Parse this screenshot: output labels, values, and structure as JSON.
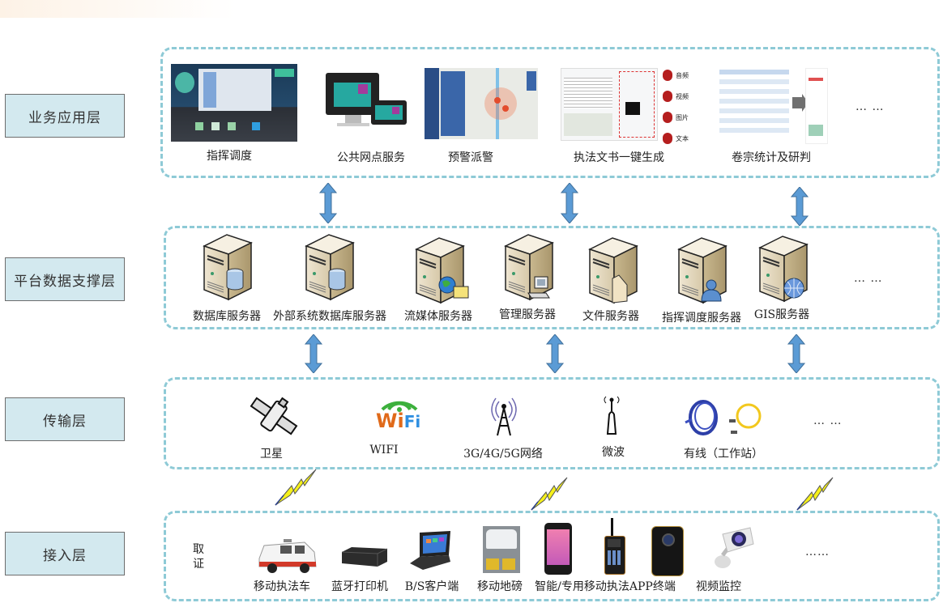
{
  "layers": [
    {
      "label": "业务应用层"
    },
    {
      "label": "平台数据支撑层"
    },
    {
      "label": "传输层"
    },
    {
      "label": "接入层"
    }
  ],
  "business": {
    "items": [
      {
        "label": "指挥调度",
        "icon": "command-center-screen-icon"
      },
      {
        "label": "公共网点服务",
        "icon": "kiosk-monitor-icon"
      },
      {
        "label": "预警派警",
        "icon": "alert-map-icon"
      },
      {
        "label": "执法文书一键生成",
        "icon": "document-generator-icon"
      },
      {
        "label": "卷宗统计及研判",
        "icon": "case-statistics-icon"
      }
    ],
    "doc_outputs": [
      "音频",
      "视频",
      "图片",
      "文本"
    ],
    "ellipsis": "… …"
  },
  "platform": {
    "items": [
      {
        "label": "数据库服务器",
        "badge": "database"
      },
      {
        "label": "外部系统数据库服务器",
        "badge": "database"
      },
      {
        "label": "流媒体服务器",
        "badge": "globe-media"
      },
      {
        "label": "管理服务器",
        "badge": "computer"
      },
      {
        "label": "文件服务器",
        "badge": "folder"
      },
      {
        "label": "指挥调度服务器",
        "badge": "user"
      },
      {
        "label": "GIS服务器",
        "badge": "globe"
      }
    ],
    "ellipsis": "… …"
  },
  "transport": {
    "items": [
      {
        "label": "卫星",
        "icon": "satellite-icon"
      },
      {
        "label": "WIFI",
        "icon": "wifi-icon"
      },
      {
        "label": "3G/4G/5G网络",
        "icon": "cell-tower-icon"
      },
      {
        "label": "微波",
        "icon": "microwave-antenna-icon"
      },
      {
        "label": "有线（工作站）",
        "icon": "network-cable-icon"
      }
    ],
    "wifi_text": {
      "wi": "Wi",
      "fi": "Fi"
    },
    "ellipsis": "… …"
  },
  "access": {
    "side_label": [
      "取",
      "证"
    ],
    "items": [
      {
        "label": "移动执法车",
        "icon": "enforcement-vehicle-icon"
      },
      {
        "label": "蓝牙打印机",
        "icon": "bluetooth-printer-icon"
      },
      {
        "label": "B/S客户端",
        "icon": "laptop-icon"
      },
      {
        "label": "移动地磅",
        "icon": "mobile-weighbridge-icon"
      },
      {
        "label": "智能/专用移动执法APP终端",
        "icon": "smartphone-radio-icon"
      },
      {
        "label": "视频监控",
        "icon": "cctv-camera-icon"
      }
    ],
    "ellipsis": "……"
  },
  "colors": {
    "panel_border": "#8ecad6",
    "label_bg": "#d3e9ef",
    "arrow": "#5b9bd5",
    "lightning": "#f5f01a"
  }
}
